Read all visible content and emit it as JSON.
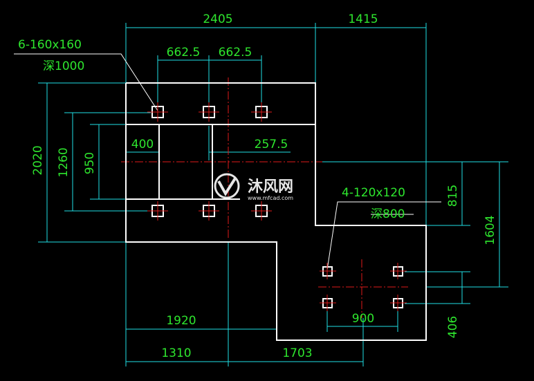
{
  "dimensions": {
    "top_left": "2405",
    "top_right": "1415",
    "spacing_a": "662.5",
    "spacing_b": "662.5",
    "inner_400": "400",
    "inner_2575": "257.5",
    "left_2020": "2020",
    "left_1260": "1260",
    "left_950": "950",
    "right_815": "815",
    "right_1604": "1604",
    "right_406": "406",
    "bottom_1920": "1920",
    "bottom_1310": "1310",
    "bottom_1703": "1703",
    "bottom_900": "900"
  },
  "labels": {
    "hole_spec_large": "6-160x160",
    "hole_depth_large": "深1000",
    "hole_spec_small": "4-120x120",
    "hole_depth_small": "深800"
  },
  "watermark": {
    "brand": "沐风网",
    "url": "www.mfcad.com"
  },
  "colors": {
    "outline": "#ffffff",
    "dimension": "#1fe0e6",
    "text": "#2ee62e",
    "centerline": "#e01a1a"
  }
}
